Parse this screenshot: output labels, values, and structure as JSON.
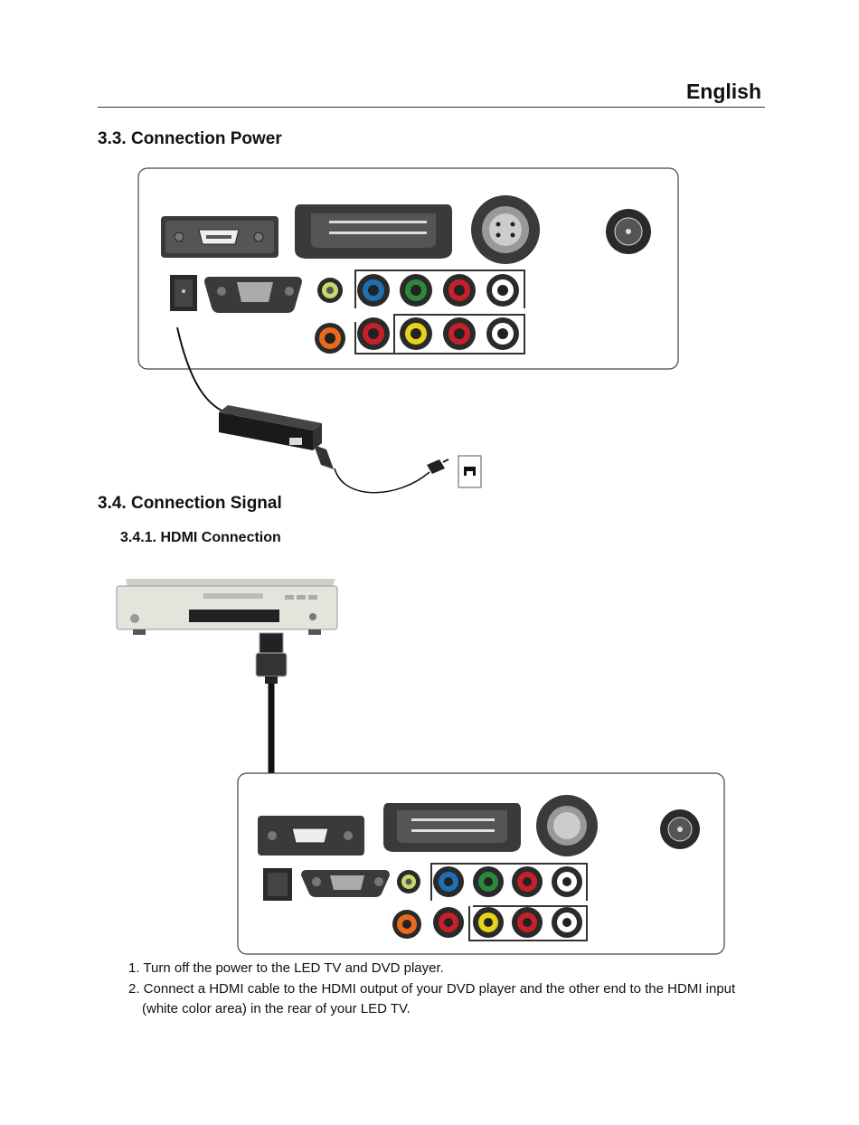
{
  "header": {
    "language": "English"
  },
  "sections": {
    "power": {
      "title": "3.3. Connection Power"
    },
    "signal": {
      "title": "3.4. Connection Signal"
    },
    "hdmi": {
      "title": "3.4.1. HDMI Connection"
    }
  },
  "steps": [
    "1. Turn off the power to the LED TV and DVD player.",
    "2. Connect a HDMI cable to the HDMI output of your DVD player and the other end to the HDMI input",
    "(white color area) in the rear of your LED TV."
  ],
  "port_colors": {
    "blue": "#1f6fb5",
    "green": "#2a8a3a",
    "red": "#c8202a",
    "white": "#ffffff",
    "yellow": "#e8d21a",
    "orange": "#e86a1a",
    "lime": "#c9d86a"
  }
}
